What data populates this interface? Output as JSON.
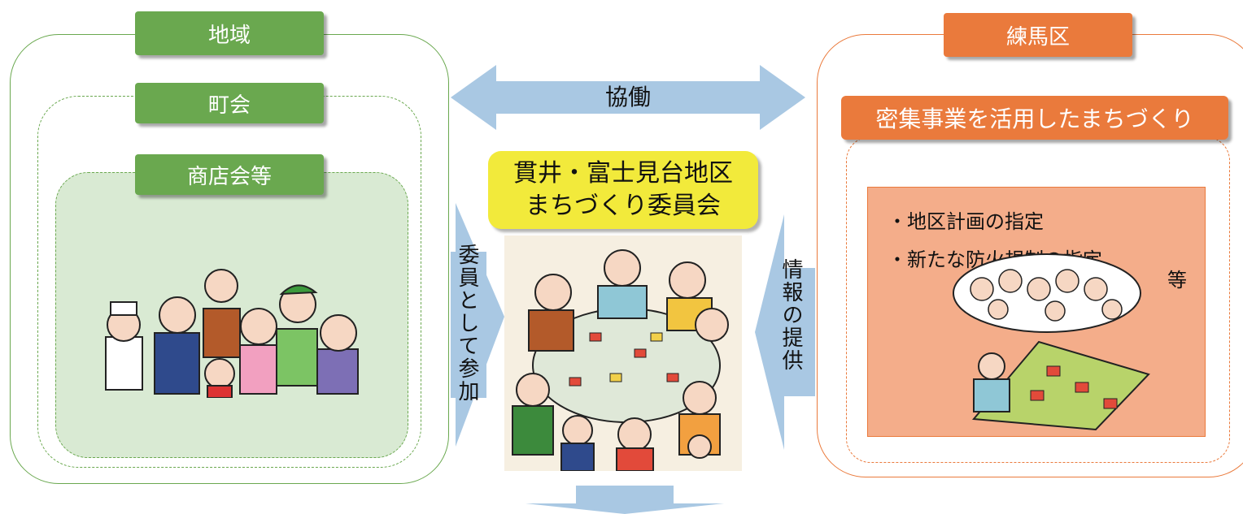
{
  "left": {
    "region_label": "地域",
    "town_label": "町会",
    "shop_label": "商店会等"
  },
  "center": {
    "collab_label": "協働",
    "committee_line1": "貫井・富士見台地区",
    "committee_line2": "まちづくり委員会",
    "participate_label": "委員として参加",
    "info_label": "情報の提供"
  },
  "right": {
    "ward_label": "練馬区",
    "project_label": "密集事業を活用したまちづくり",
    "items": [
      "・地区計画の指定",
      "・新たな防火規制の指定"
    ],
    "etc_label": "等"
  },
  "colors": {
    "green": "#6aa84f",
    "orange": "#ea7a3c",
    "arrow": "#a9c8e3",
    "committee_yellow": "#f2ea3b",
    "salmon": "#f4ad8a"
  }
}
